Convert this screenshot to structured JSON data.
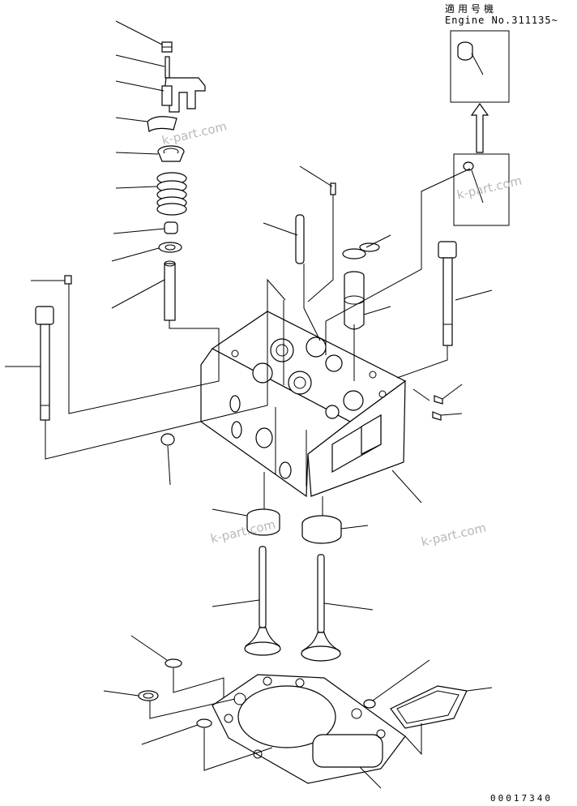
{
  "header": {
    "title": "適用号機",
    "engine": "Engine No.311135~"
  },
  "watermark": "k-part.com",
  "figure_number": "00017340",
  "colors": {
    "line": "#000000",
    "background": "#ffffff",
    "watermark": "#b8b8b8"
  },
  "icons": [
    "arrow-up-icon"
  ]
}
